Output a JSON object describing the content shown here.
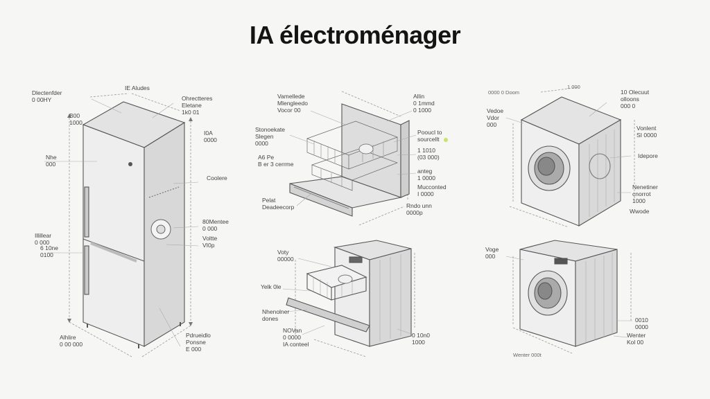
{
  "title": "IA électroménager",
  "accent_color": "#c9e26b",
  "fridge": {
    "labels": [
      "Dlectenfder\n0 00HY",
      "IE Aludes",
      "Ohrectteres\nEletane\n1k0 01",
      "B00\n1000",
      "Nhe\n000",
      "I0A\n0000",
      "Coolere",
      "80Mentee\n0 000",
      "Illillear\n0 000",
      "Voltte\nVI0p",
      "6 10ne\n0100",
      "Alhlire\n0 00 000",
      "Pdrueidlo\nPonsne\nE 000"
    ]
  },
  "dishwasher_top": {
    "labels": [
      "Vamellede\nMlengleedo\nVocor 00",
      "Allin\n0 1mmd\n0 1000",
      "Stonoekate\nSlegen\n0000",
      "Pooucl to\nsourcellt",
      "A6 Pe\nB er 3 cerrme",
      "1 1010\n(03 000)",
      "anteg\n1 0000",
      "Mucconted\nI 0000",
      "Pelat\nDeadeecorp",
      "Rndo unn\n0000p"
    ]
  },
  "washer_top": {
    "labels": [
      "0000 0 Doom",
      "1 000",
      "10 Olecuut\nolloons\n000 0",
      "Vedoe\nVdor\n000",
      "Vonlent\nSI 0000",
      "Idepore",
      "Nenetiner\ncnorrot\n1000",
      "Wwode"
    ]
  },
  "dishwasher_bottom": {
    "labels": [
      "Voty\n00000",
      "Yelk 0le",
      "Nhenolner\ndones",
      "NOVan\n0 0000\nIA conteel",
      "0 10n0\n1000"
    ]
  },
  "washer_bottom": {
    "labels": [
      "Voge\n000",
      "0010\n0000",
      "Wenter\nKol 00",
      "Wenter 000t"
    ]
  }
}
